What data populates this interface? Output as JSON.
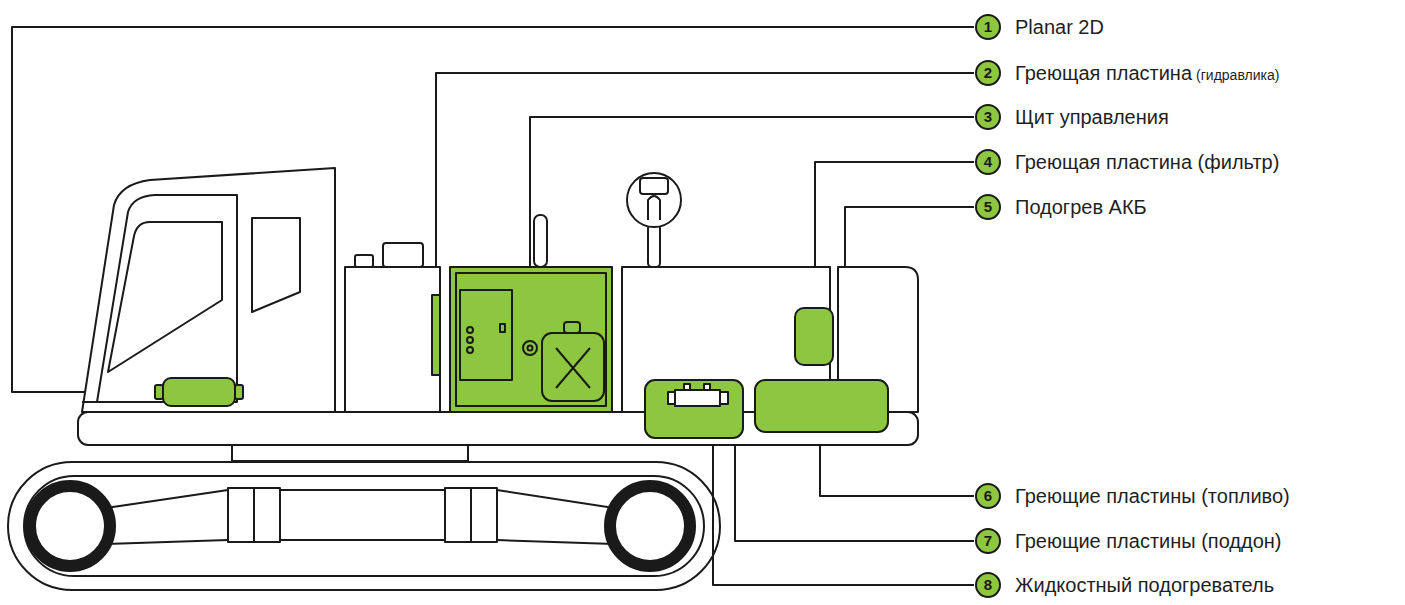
{
  "diagram": {
    "labels": [
      "1",
      "Planar 2D",
      "2",
      "Греющая пластина",
      "(гидравлика)",
      "3",
      "Щит управления",
      "4",
      "Греющая пластина (фильтр)",
      "5",
      "Подогрев АКБ",
      "6",
      "Греющие пластины (топливо)",
      "7",
      "Греющие пластины (поддон)",
      "8",
      "Жидкостный подогреватель"
    ]
  }
}
